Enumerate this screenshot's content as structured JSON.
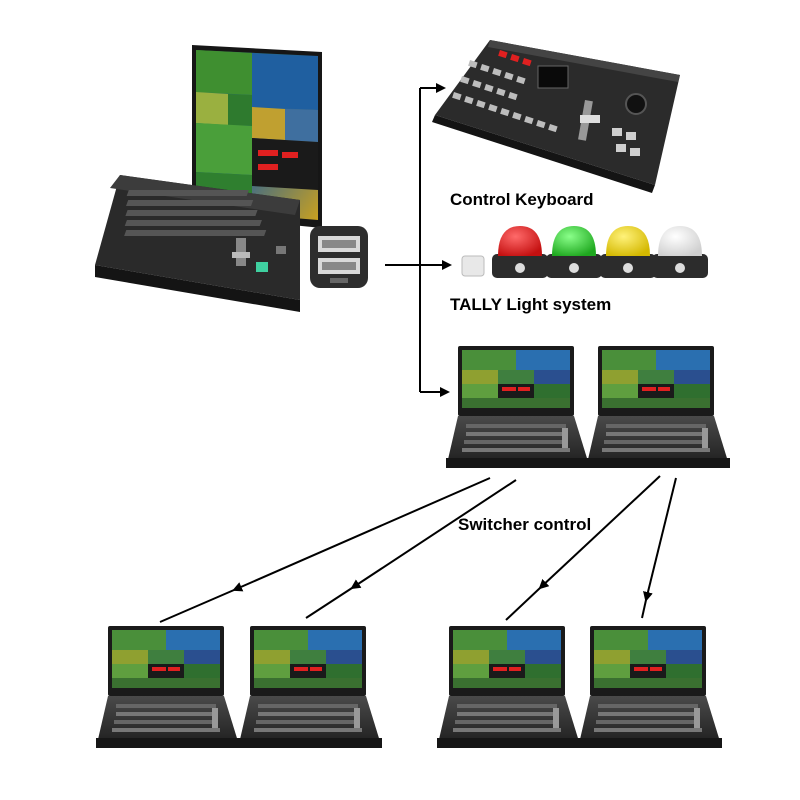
{
  "labels": {
    "control_keyboard": "Control Keyboard",
    "tally_light_system": "TALLY Light system",
    "switcher_control": "Switcher control"
  },
  "colors": {
    "tally_red": "#e02020",
    "tally_green": "#2ecc2e",
    "tally_yellow": "#f2d600",
    "tally_white": "#f2f2f2",
    "device_body": "#2b2b2b",
    "arrow": "#000000"
  },
  "devices": {
    "main_switcher": "portable-video-switcher",
    "control_keyboard": "switcher-control-panel",
    "tally_lights": [
      "red",
      "green",
      "yellow",
      "white"
    ],
    "client_switchers_level1": 2,
    "client_switchers_level2": 4
  }
}
